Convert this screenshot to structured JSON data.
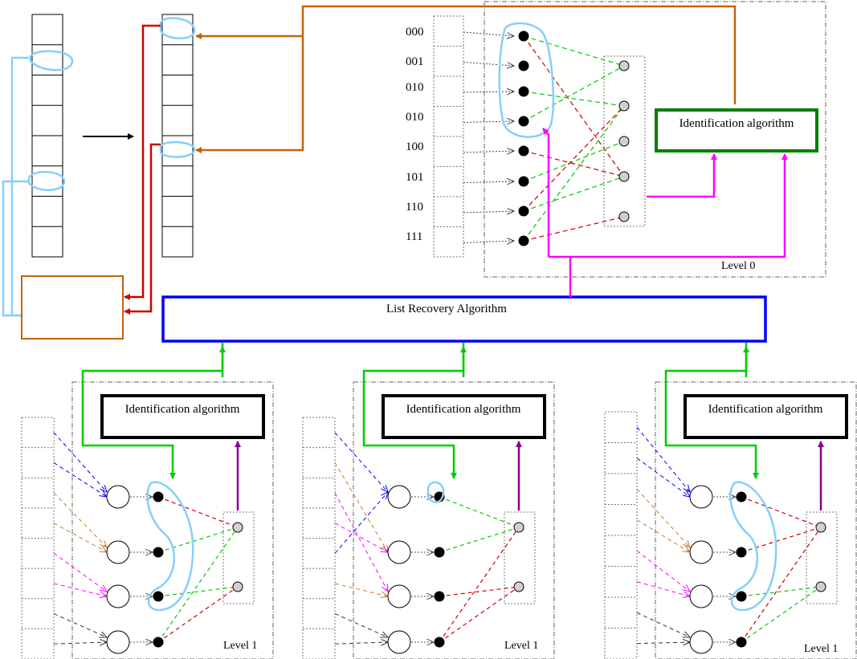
{
  "top_level": {
    "row_labels": [
      "000",
      "001",
      "010",
      "010",
      "100",
      "101",
      "110",
      "111"
    ],
    "identification_label": "Identification algorithm",
    "level_label": "Level 0"
  },
  "list_recovery_label": "List Recovery Algorithm",
  "bottom_panels": [
    {
      "identification_label": "Identification algorithm",
      "level_label": "Level 1"
    },
    {
      "identification_label": "Identification algorithm",
      "level_label": "Level 1"
    },
    {
      "identification_label": "Identification algorithm",
      "level_label": "Level 1"
    }
  ],
  "colors": {
    "orange": "#c0650a",
    "red": "#cc0000",
    "light_blue": "#87cefa",
    "blue": "#0000ff",
    "green_box": "#008000",
    "green": "#00cc00",
    "magenta": "#ff00ff",
    "purple": "#8b008b"
  }
}
